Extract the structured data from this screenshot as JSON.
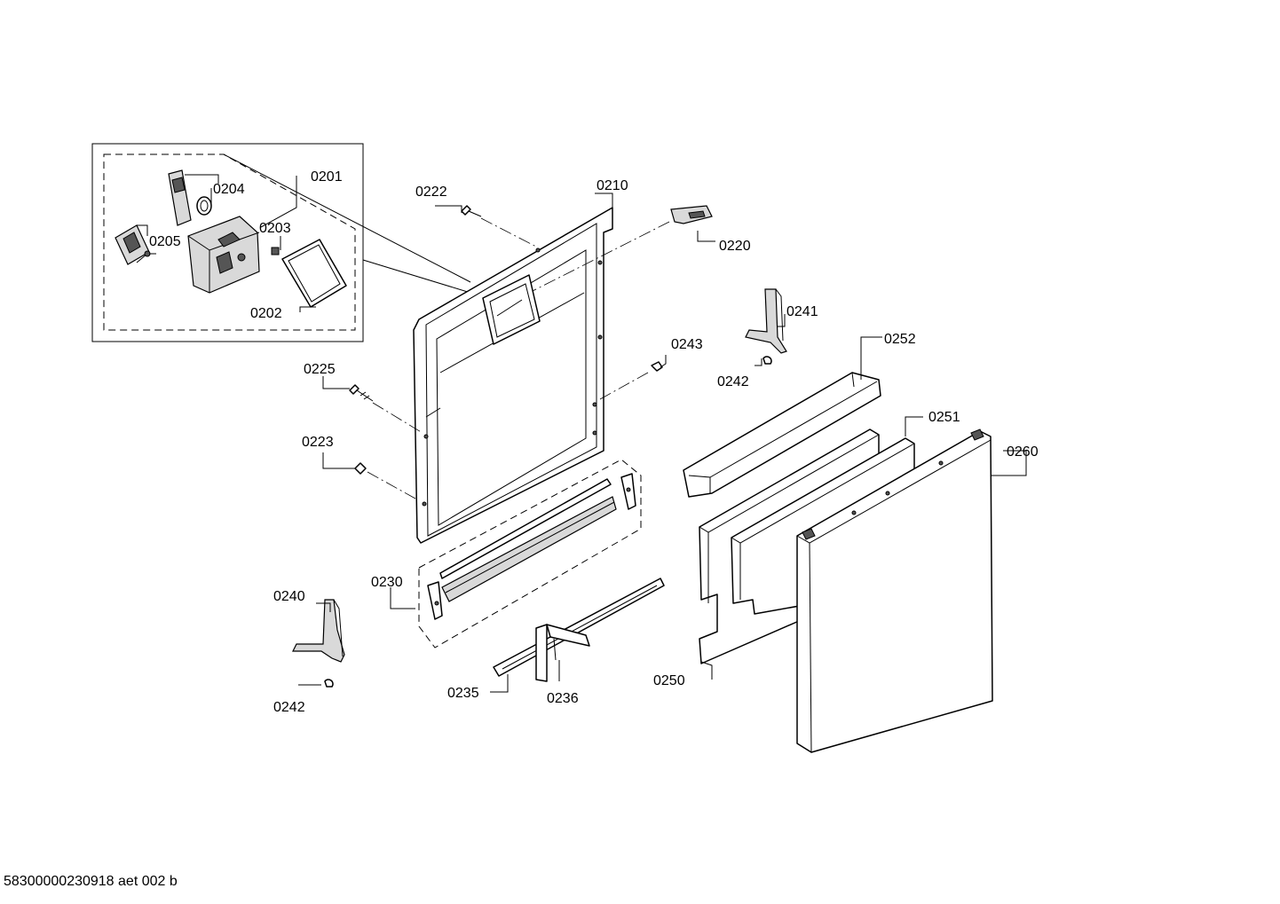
{
  "labels": {
    "p0201": "0201",
    "p0202": "0202",
    "p0203": "0203",
    "p0204": "0204",
    "p0205": "0205",
    "p0210": "0210",
    "p0220": "0220",
    "p0222": "0222",
    "p0223": "0223",
    "p0225": "0225",
    "p0230": "0230",
    "p0235": "0235",
    "p0236": "0236",
    "p0240": "0240",
    "p0241": "0241",
    "p0242a": "0242",
    "p0242b": "0242",
    "p0243": "0243",
    "p0250": "0250",
    "p0251": "0251",
    "p0252": "0252",
    "p0260": "0260"
  },
  "document_id": "58300000230918 aet 002 b"
}
